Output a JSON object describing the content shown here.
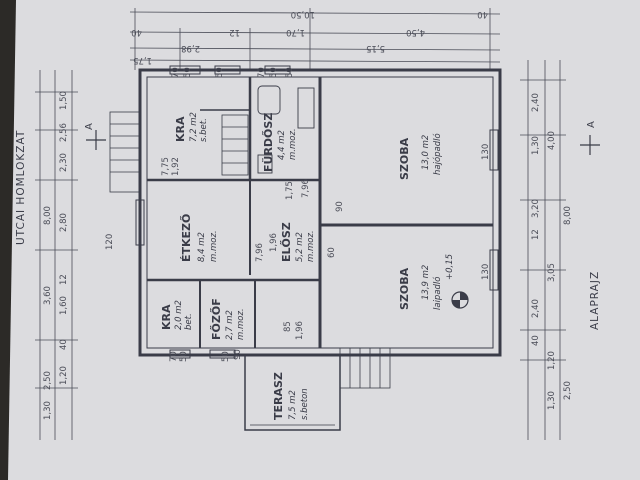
{
  "title_street": "UTCAI HOMLOKZAT",
  "title_plan": "ALAPRAJZ",
  "section_mark": "A",
  "rooms": {
    "kamra_top": {
      "name": "KRA",
      "area": "7,2 m2",
      "floor": "s.bet."
    },
    "furdo": {
      "name": "FÜRDŐSZ",
      "area": "4,4 m2",
      "floor": "m.moz."
    },
    "szoba_top": {
      "name": "SZOBA",
      "area": "13,0 m2",
      "floor": "hajópadló"
    },
    "etkezo": {
      "name": "ÉTKEZŐ",
      "area": "8,4 m2",
      "floor": "m.moz."
    },
    "eloszoba": {
      "name": "ELŐSZ",
      "area": "5,2 m2",
      "floor": "m.moz."
    },
    "szoba_bottom": {
      "name": "SZOBA",
      "area": "13,9 m2",
      "floor": "laipadló",
      "level": "+0,15"
    },
    "kamra_bottom": {
      "name": "KRA",
      "area": "2,0 m2",
      "floor": "bet."
    },
    "fozo": {
      "name": "FŐZŐF",
      "area": "2,7 m2",
      "floor": "m.moz."
    },
    "terasz": {
      "name": "TERASZ",
      "area": "7,5 m2",
      "floor": "s.beton"
    }
  },
  "dims_top": [
    "10,50",
    "4,50",
    "5,15",
    "1,75",
    "2,98",
    "1,70",
    "40",
    "12",
    "40"
  ],
  "dims_left": [
    "8,00",
    "2,56",
    "1,50",
    "2,30",
    "2,80",
    "3,60",
    "1,60",
    "2,50",
    "1,20",
    "1,30",
    "12",
    "40"
  ],
  "dims_right": [
    "8,00",
    "4,00",
    "2,40",
    "1,30",
    "3,20",
    "3,05",
    "2,40",
    "1,20",
    "2,50",
    "1,30",
    "12",
    "40"
  ],
  "opening_marks": [
    "70",
    "50",
    "50",
    "70",
    "50",
    "50",
    "70",
    "50",
    "50",
    "120",
    "90",
    "85",
    "60",
    "90",
    "130",
    "130"
  ],
  "inner_marks": [
    "7,75",
    "1,92",
    "1,75",
    "7,96",
    "1,96",
    "7,96",
    "1,96"
  ],
  "colors": {
    "paper": "#dcdcdf",
    "ink": "#3a3c48",
    "shadow": "#2c2a27"
  }
}
